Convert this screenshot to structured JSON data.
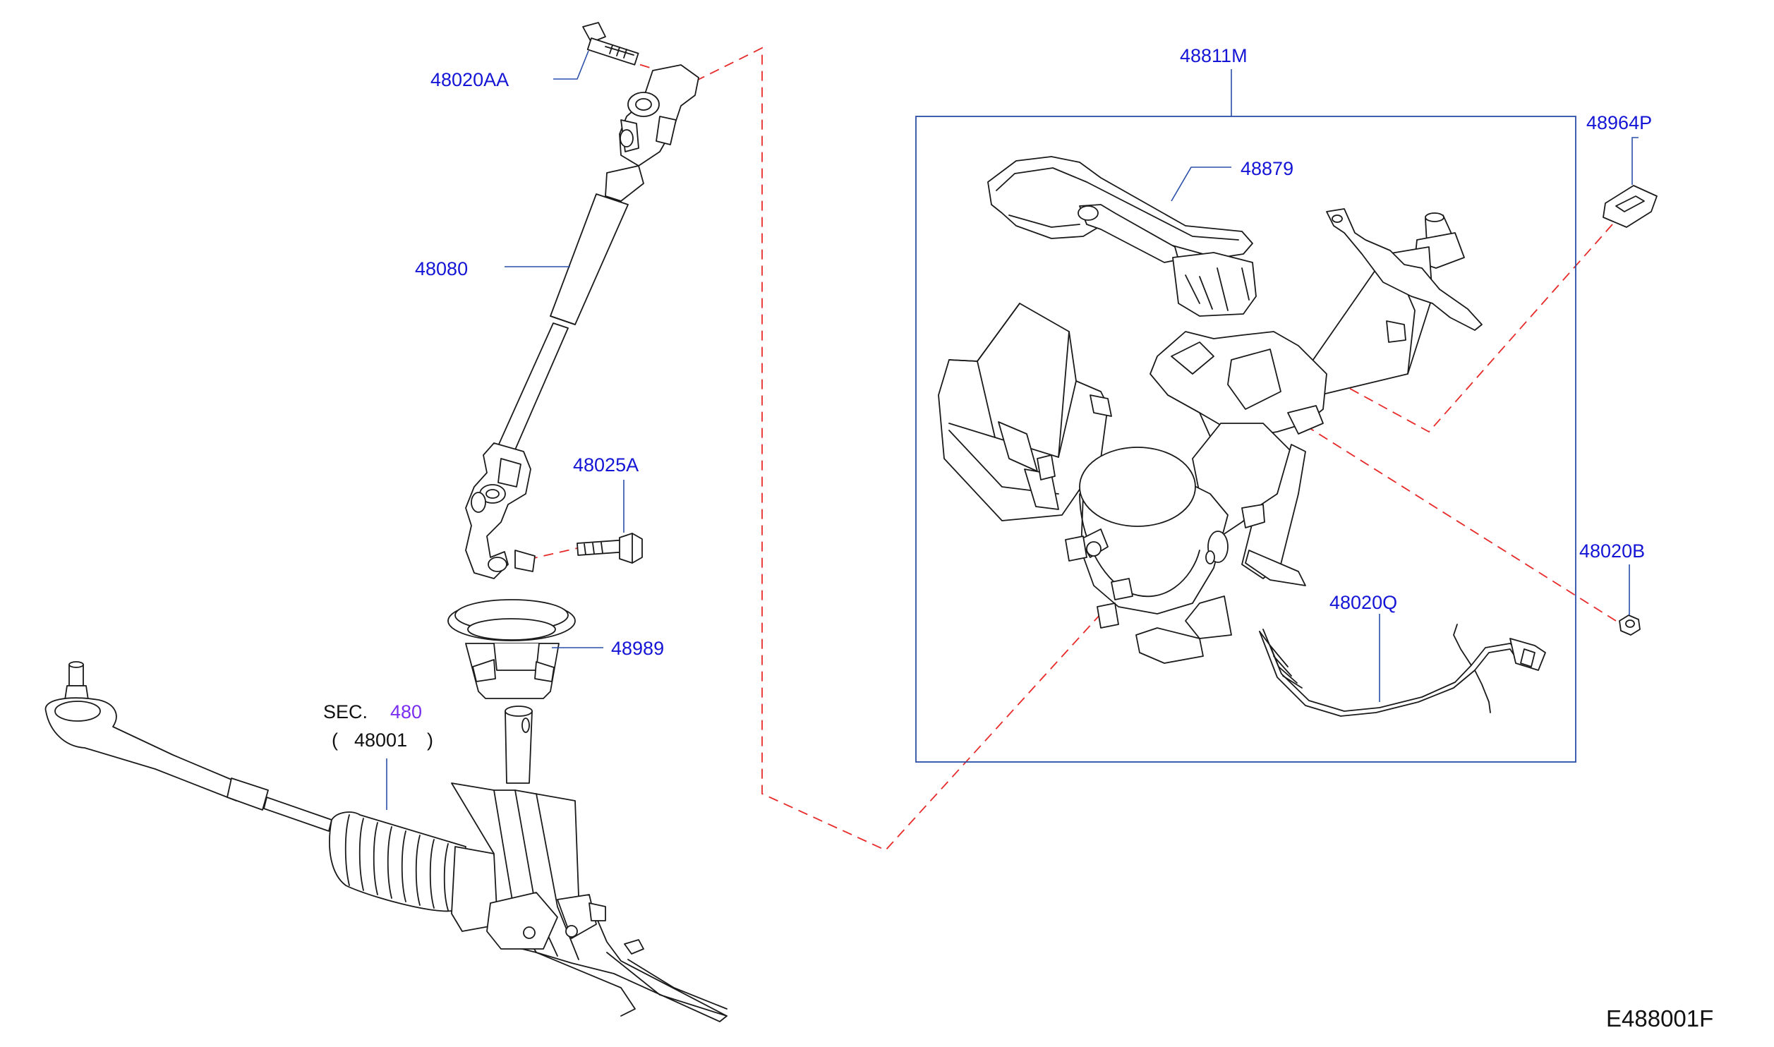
{
  "labels": {
    "bolt_upper": "48020AA",
    "shaft": "48080",
    "bolt_lower": "48025A",
    "grommet": "48989",
    "column_assy": "48811M",
    "bracket": "48879",
    "clip": "48964P",
    "nut": "48020B",
    "harness": "48020Q"
  },
  "section_ref": {
    "prefix": "SEC.",
    "number": "480",
    "open_paren": "(",
    "part": "48001",
    "close_paren": ")"
  },
  "diagram_code": "E488001F",
  "colors": {
    "label_blue": "#1515d6",
    "leader_blue": "#2a4fa8",
    "dash_red": "#e82a2a",
    "section_purple": "#7a2ff0"
  }
}
